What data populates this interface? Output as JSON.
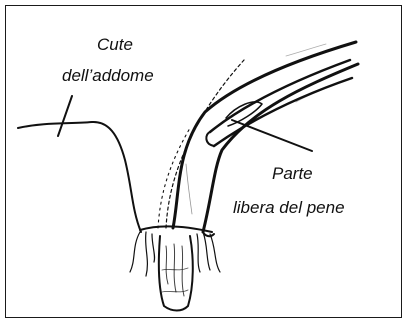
{
  "labels": {
    "skin_line1": "Cute",
    "skin_line2": "dell’addome",
    "penis_line1": "Parte",
    "penis_line2": "libera del pene"
  }
}
